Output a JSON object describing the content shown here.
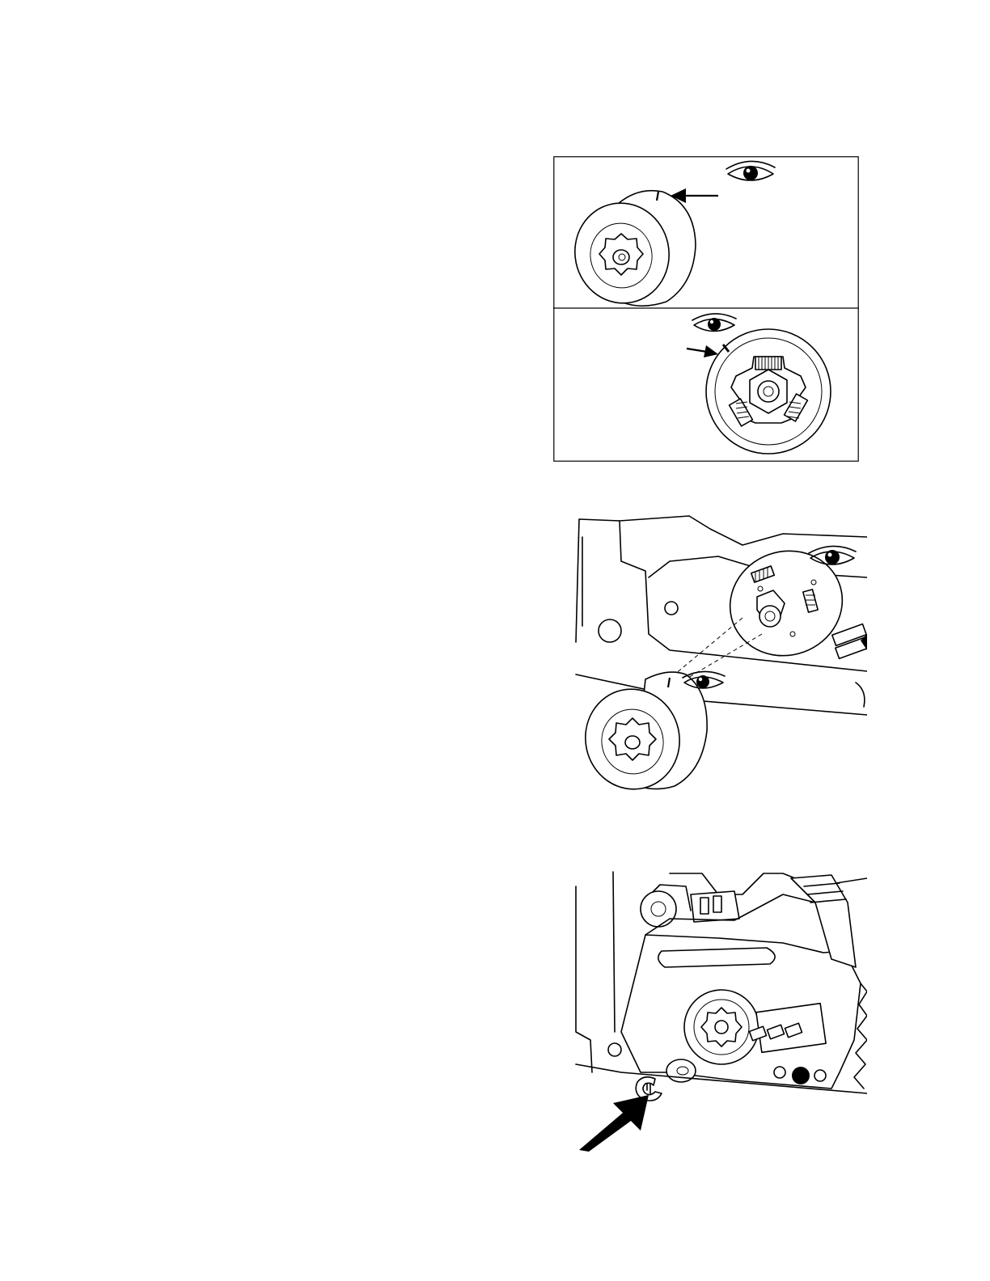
{
  "page": {
    "figures": [
      {
        "id": "sprocket-clutch-wear-check",
        "panels": 2
      },
      {
        "id": "clutch-drum-alignment",
        "panels": 1
      },
      {
        "id": "retaining-clip-install",
        "panels": 1
      }
    ]
  },
  "icons": [
    "eye-icon",
    "arrow-icon",
    "sprocket-icon",
    "clutch-spring-icon",
    "e-clip-icon"
  ],
  "colors": {
    "ink": "#000000",
    "paper": "#ffffff"
  }
}
